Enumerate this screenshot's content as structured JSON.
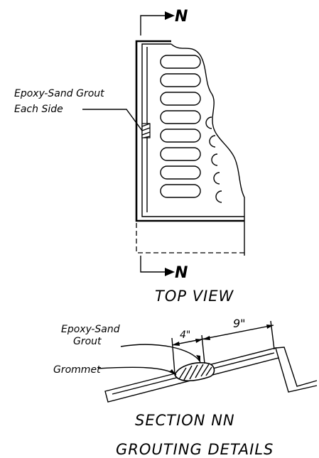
{
  "top_view": {
    "section_mark_top": "N",
    "section_mark_bottom": "N",
    "callout_grout": "Epoxy-Sand Grout",
    "callout_grout_2": "Each Side",
    "caption": "TOP VIEW"
  },
  "section_view": {
    "callout_grout": "Epoxy-Sand",
    "callout_grout_2": "Grout",
    "callout_grommet": "Grommet",
    "dim_short": "4\"",
    "dim_long": "9\"",
    "caption": "SECTION  NN"
  },
  "title": "GROUTING DETAILS"
}
